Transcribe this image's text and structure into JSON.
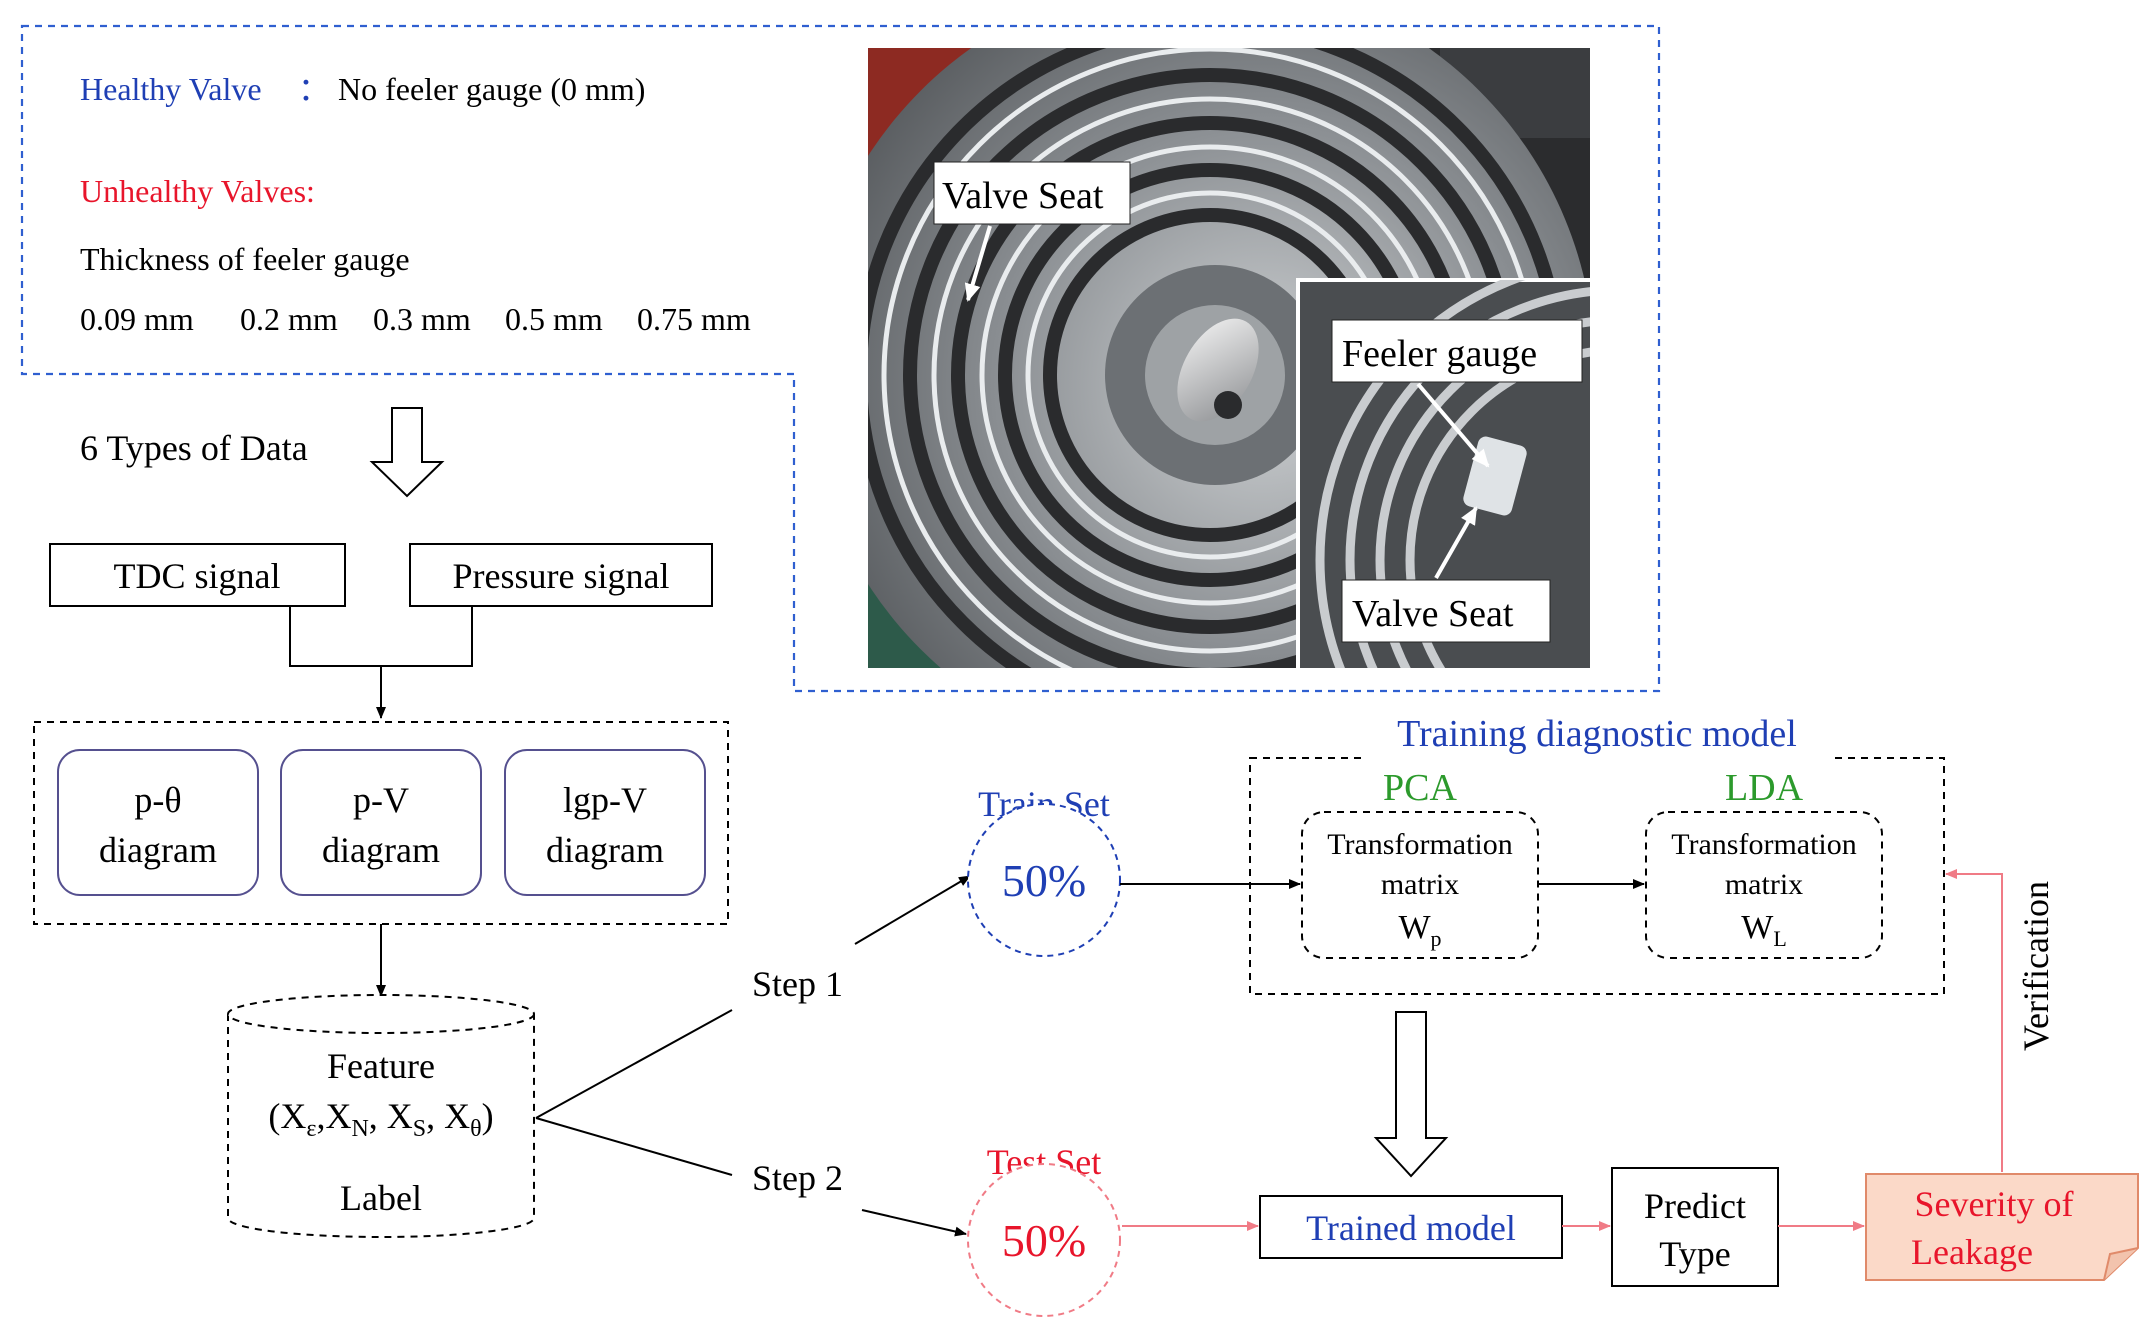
{
  "colors": {
    "blue": "#1f3fb4",
    "red": "#e8152b",
    "green": "#2c9a2c",
    "arrow_red": "#f07b86",
    "purple_border": "#55508f",
    "leak_fill": "#fbd9c8",
    "leak_border": "#e08a6a"
  },
  "top_panel": {
    "healthy_label": "Healthy Valve",
    "healthy_sep": "：",
    "healthy_desc": "No feeler gauge (0 mm)",
    "unhealthy_label": "Unhealthy Valves:",
    "thickness_label": "Thickness of feeler gauge",
    "thickness_values": [
      "0.09 mm",
      "0.2 mm",
      "0.3 mm",
      "0.5 mm",
      "0.75 mm"
    ]
  },
  "photo": {
    "main_callout": "Valve Seat",
    "inset_callout_top": "Feeler gauge",
    "inset_callout_bottom": "Valve Seat"
  },
  "data_types_label": "6 Types of Data",
  "signals": [
    "TDC signal",
    "Pressure signal"
  ],
  "diagrams": [
    {
      "line1": "p-θ",
      "line2": "diagram"
    },
    {
      "line1": "p-V",
      "line2": "diagram"
    },
    {
      "line1": "lgp-V",
      "line2": "diagram"
    }
  ],
  "feature_db": {
    "title": "Feature",
    "formula": "(Xε,XN, XS, Xθ)",
    "label": "Label"
  },
  "steps": [
    "Step 1",
    "Step 2"
  ],
  "train_set": {
    "label": "Train Set",
    "percent": "50%"
  },
  "test_set": {
    "label": "Test Set",
    "percent": "50%"
  },
  "training": {
    "title": "Training diagnostic model",
    "pca_label": "PCA",
    "lda_label": "LDA",
    "pca_text": [
      "Transformation",
      "matrix"
    ],
    "pca_symbol": "W",
    "pca_sub": "p",
    "lda_text": [
      "Transformation",
      "matrix"
    ],
    "lda_symbol": "W",
    "lda_sub": "L"
  },
  "trained_model": "Trained model",
  "predict_type": [
    "Predict",
    "Type"
  ],
  "severity": [
    "Severity of",
    "Leakage"
  ],
  "verification": "Verification"
}
